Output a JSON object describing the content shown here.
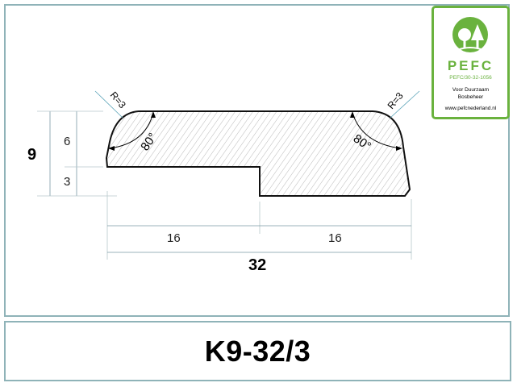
{
  "drawing": {
    "overall_height": "9",
    "upper_height": "6",
    "lower_height": "3",
    "left_width": "16",
    "right_width": "16",
    "total_width": "32",
    "left_radius": "R=3",
    "right_radius": "R=3",
    "left_angle": "80°",
    "right_angle": "80°"
  },
  "certification": {
    "logo_text": "PEFC",
    "code": "PEFC/30-32-1056",
    "line1": "Voor Duurzaam",
    "line2": "Bosbeheer",
    "website": "www.pefcnederland.nl"
  },
  "title": {
    "product_code": "K9-32/3"
  },
  "colors": {
    "frame": "#8fb3b8",
    "pefc_green": "#6ab23e"
  }
}
